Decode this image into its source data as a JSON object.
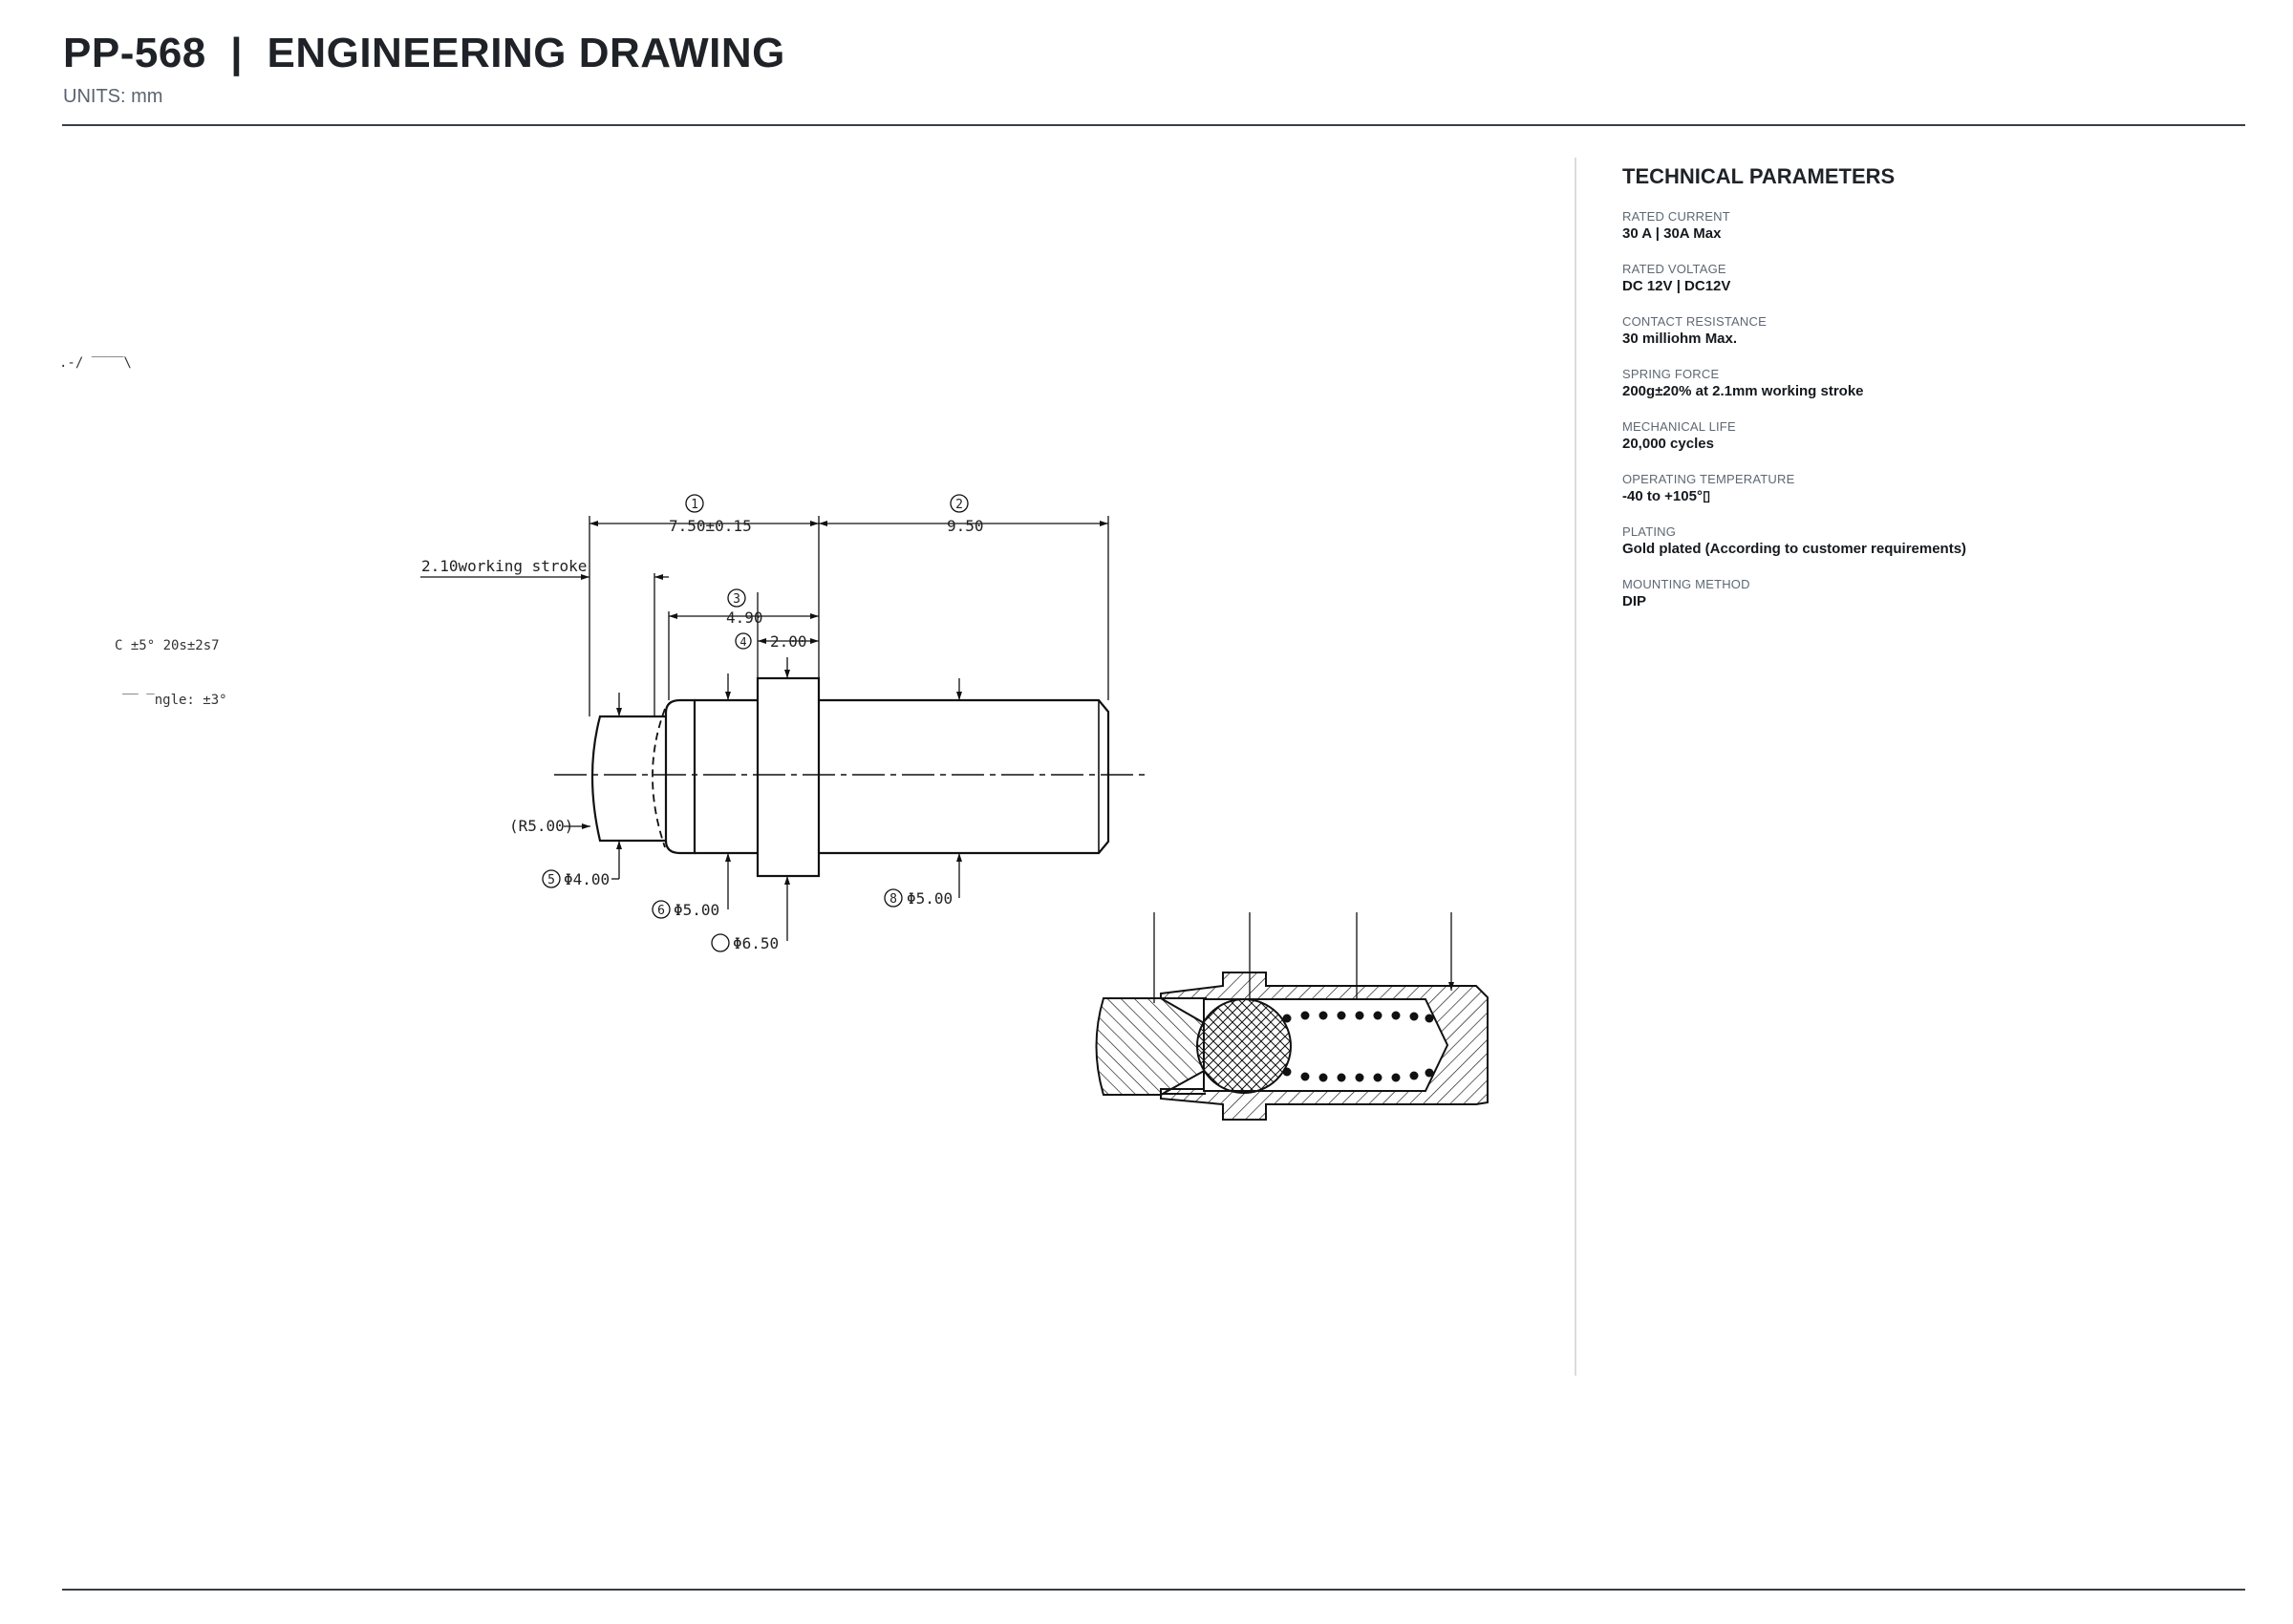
{
  "header": {
    "title": "PP-568  |  ENGINEERING DRAWING",
    "units": "UNITS: mm"
  },
  "params": {
    "title": "TECHNICAL PARAMETERS",
    "items": [
      {
        "label": "RATED CURRENT",
        "value": "30 A | 30A Max"
      },
      {
        "label": "RATED VOLTAGE",
        "value": "DC 12V | DC12V"
      },
      {
        "label": "CONTACT RESISTANCE",
        "value": "30 milliohm Max."
      },
      {
        "label": "SPRING FORCE",
        "value": "200g±20% at 2.1mm working stroke"
      },
      {
        "label": "MECHANICAL LIFE",
        "value": "20,000 cycles"
      },
      {
        "label": "OPERATING TEMPERATURE",
        "value": "-40 to +105°▯"
      },
      {
        "label": "PLATING",
        "value": "Gold plated (According to customer requirements)"
      },
      {
        "label": "MOUNTING METHOD",
        "value": "DIP"
      }
    ]
  },
  "drawing": {
    "balloons": [
      "1",
      "2",
      "3",
      "4",
      "5",
      "6",
      "8"
    ],
    "dims": {
      "d1": "7.50±0.15",
      "d2": "9.50",
      "d3": "4.90",
      "d4": "2.00",
      "stroke": "2.10working stroke",
      "r5": "(R5.00)",
      "phi400": "Φ4.00",
      "phi500a": "Φ5.00",
      "phi650": "Φ6.50",
      "phi500b": "Φ5.00"
    },
    "fragments": {
      "f1": ".-/ ‾‾‾‾\\",
      "f2": "C ±5°  20s±2s7",
      "f3": "‾‾ ‾ngle: ±3°"
    }
  }
}
